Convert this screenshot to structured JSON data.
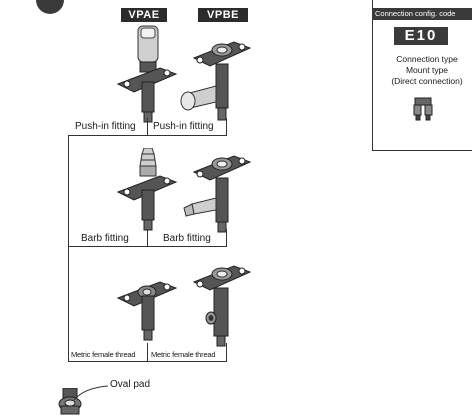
{
  "models": {
    "left": "VPAE",
    "right": "VPBE"
  },
  "captions": {
    "push_in_left": "Push-in fitting",
    "push_in_right": "Push-in fitting",
    "barb_left": "Barb fitting",
    "barb_right": "Barb fitting",
    "metric_left": "Metric female thread",
    "metric_right": "Metric female thread",
    "oval_pad": "Oval pad"
  },
  "config_panel": {
    "header": "Connection config. code",
    "code": "E10",
    "line1": "Connection type",
    "line2": "Mount type",
    "line3": "(Direct connection)"
  }
}
